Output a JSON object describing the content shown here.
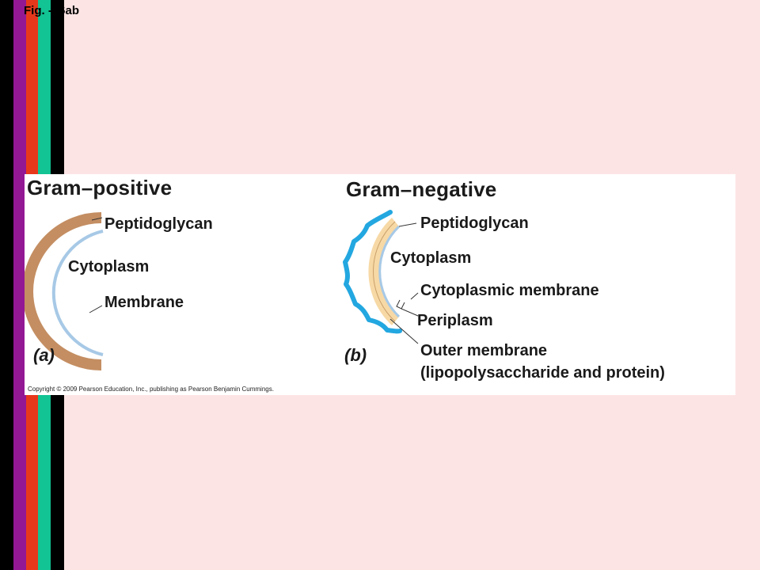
{
  "figure_label": "Fig. -16ab",
  "colors": {
    "background": "#fde4e4",
    "panel": "#ffffff",
    "stripe_black": "#000000",
    "stripe_purple": "#931894",
    "stripe_red": "#e8381c",
    "stripe_teal": "#12c393",
    "peptidoglycan_gram_positive": "#c48e62",
    "peptidoglycan_gram_negative": "#f7d9a6",
    "membrane": "#a7c9e6",
    "outer_membrane": "#23a7e0"
  },
  "gram_positive": {
    "title": "Gram–positive",
    "labels": {
      "peptidoglycan": "Peptidoglycan",
      "cytoplasm": "Cytoplasm",
      "membrane": "Membrane"
    },
    "panel_letter": "(a)"
  },
  "gram_negative": {
    "title": "Gram–negative",
    "labels": {
      "peptidoglycan": "Peptidoglycan",
      "cytoplasm": "Cytoplasm",
      "cytoplasmic_membrane": "Cytoplasmic  membrane",
      "periplasm": "Periplasm",
      "outer_membrane_line1": "Outer membrane",
      "outer_membrane_line2": "(lipopolysaccharide  and protein)"
    },
    "panel_letter": "(b)"
  },
  "copyright": "Copyright © 2009 Pearson Education, Inc., publishing as Pearson Benjamin Cummings."
}
